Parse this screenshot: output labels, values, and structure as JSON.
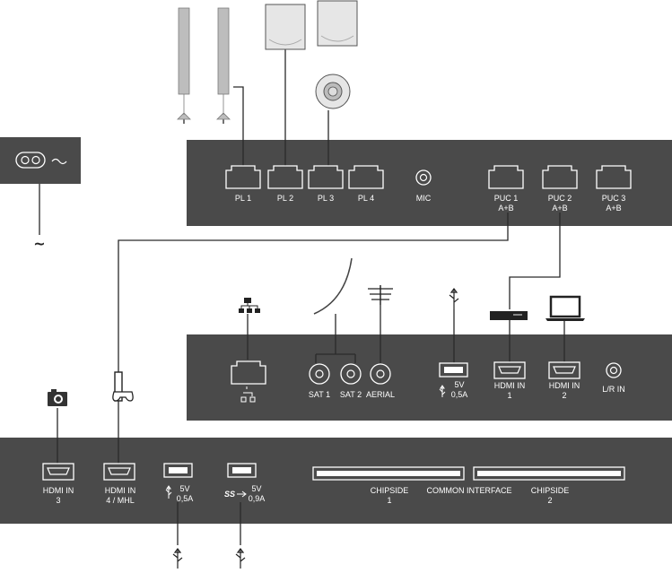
{
  "top_panel": {
    "ports": [
      {
        "id": "pl1",
        "label": "PL 1"
      },
      {
        "id": "pl2",
        "label": "PL 2"
      },
      {
        "id": "pl3",
        "label": "PL 3"
      },
      {
        "id": "pl4",
        "label": "PL 4"
      },
      {
        "id": "mic",
        "label": "MIC"
      },
      {
        "id": "puc1",
        "label": "PUC 1",
        "sub": "A+B"
      },
      {
        "id": "puc2",
        "label": "PUC 2",
        "sub": "A+B"
      },
      {
        "id": "puc3",
        "label": "PUC 3",
        "sub": "A+B"
      }
    ]
  },
  "power": {
    "mains_symbol": "~"
  },
  "middle_panel": {
    "ports": [
      {
        "id": "sat1",
        "label": "SAT 1"
      },
      {
        "id": "sat2",
        "label": "SAT 2"
      },
      {
        "id": "aerial",
        "label": "AERIAL"
      },
      {
        "id": "usb",
        "label1": "5V",
        "label2": "0,5A"
      },
      {
        "id": "hdmi1",
        "label1": "HDMI IN",
        "label2": "1"
      },
      {
        "id": "hdmi2",
        "label1": "HDMI IN",
        "label2": "2"
      },
      {
        "id": "lr",
        "label": "L/R IN"
      }
    ]
  },
  "bottom_panel": {
    "ports": [
      {
        "id": "hdmi3",
        "label1": "HDMI IN",
        "label2": "3"
      },
      {
        "id": "hdmi4",
        "label1": "HDMI IN",
        "label2": "4 / MHL"
      },
      {
        "id": "usb1",
        "label1": "5V",
        "label2": "0,5A"
      },
      {
        "id": "usb2",
        "label1": "5V",
        "label2": "0,9A"
      }
    ],
    "slots": {
      "chipside1": {
        "label1": "CHIPSIDE",
        "label2": "1"
      },
      "common": "COMMON INTERFACE",
      "chipside2": {
        "label1": "CHIPSIDE",
        "label2": "2"
      }
    }
  },
  "colors": {
    "panel": "#4a4a4a",
    "wire": "#2a2a2a",
    "text": "#ffffff"
  },
  "icons": [
    "mains-socket-icon",
    "floor-speaker-icon",
    "box-speaker-icon",
    "subwoofer-icon",
    "network-icon",
    "satellite-dish-icon",
    "antenna-icon",
    "usb-icon",
    "set-top-box-icon",
    "laptop-icon",
    "camera-icon",
    "game-controller-icon",
    "usb3-ss-icon"
  ]
}
